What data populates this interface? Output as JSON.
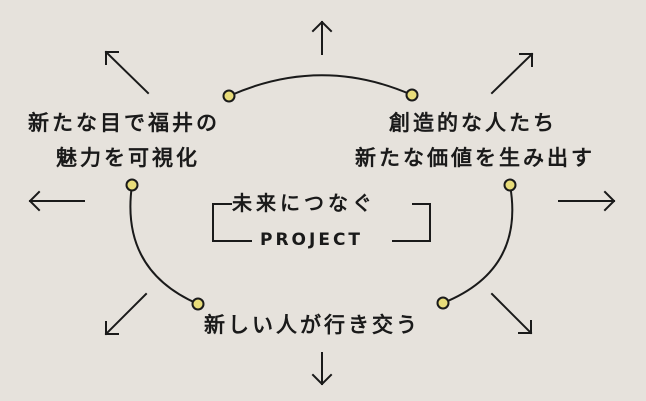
{
  "labels": {
    "top_left_line1": "新たな目で福井の",
    "top_left_line2": "魅力を可視化",
    "top_right_line1": "創造的な人たち",
    "top_right_line2": "新たな価値を生み出す",
    "bottom": "新しい人が行き交う",
    "center_line1": "未来につなぐ",
    "center_line2": "PROJECT"
  },
  "colors": {
    "background": "#e6e2dc",
    "ink": "#1a1a1a",
    "node_fill": "#e8dc7a"
  },
  "icons": [
    "arrow-up-icon",
    "arrow-down-icon",
    "arrow-left-icon",
    "arrow-right-icon",
    "arrow-up-left-icon",
    "arrow-up-right-icon",
    "arrow-down-left-icon",
    "arrow-down-right-icon"
  ]
}
